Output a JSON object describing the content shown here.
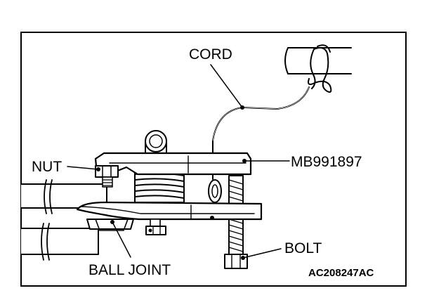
{
  "labels": {
    "cord": "CORD",
    "nut": "NUT",
    "tool": "MB991897",
    "bolt": "BOLT",
    "ball_joint": "BALL JOINT"
  },
  "figure_code": "AC208247AC"
}
